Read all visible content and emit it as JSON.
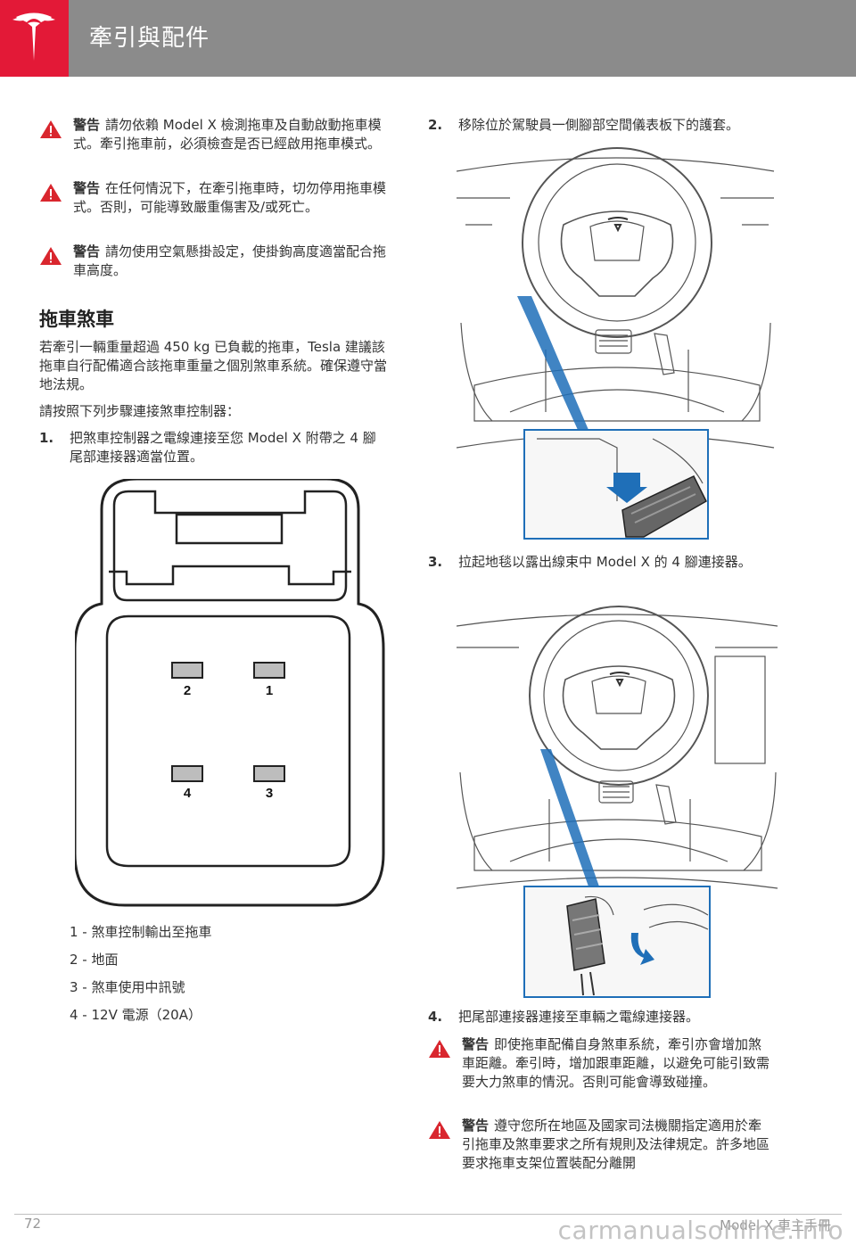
{
  "header": {
    "title": "牽引與配件"
  },
  "left_warnings": [
    {
      "label": "警告",
      "text": "請勿依賴 Model X 檢測拖車及自動啟動拖車模式。牽引拖車前，必須檢查是否已經啟用拖車模式。"
    },
    {
      "label": "警告",
      "text": "在任何情況下，在牽引拖車時，切勿停用拖車模式。否則，可能導致嚴重傷害及/或死亡。"
    },
    {
      "label": "警告",
      "text": "請勿使用空氣懸掛設定，使掛鉤高度適當配合拖車高度。"
    }
  ],
  "section": {
    "title": "拖車煞車",
    "para1": "若牽引一輛重量超過 450 kg 已負載的拖車，Tesla 建議該拖車自行配備適合該拖車重量之個別煞車系統。確保遵守當地法規。",
    "para2": "請按照下列步驟連接煞車控制器："
  },
  "steps": [
    {
      "num": "1.",
      "text": "把煞車控制器之電線連接至您 Model X 附帶之 4 腳尾部連接器適當位置。"
    },
    {
      "num": "2.",
      "text": "移除位於駕駛員一側腳部空間儀表板下的護套。"
    },
    {
      "num": "3.",
      "text": "拉起地毯以露出線束中 Model X 的 4 腳連接器。"
    },
    {
      "num": "4.",
      "text": "把尾部連接器連接至車輛之電線連接器。"
    }
  ],
  "connector_pins": [
    "2",
    "1",
    "4",
    "3"
  ],
  "pin_legend": [
    "1 - 煞車控制輸出至拖車",
    "2 - 地面",
    "3 - 煞車使用中訊號",
    "4 - 12V 電源（20A）"
  ],
  "right_warnings": [
    {
      "label": "警告",
      "text": "即使拖車配備自身煞車系統，牽引亦會增加煞車距離。牽引時，增加跟車距離，以避免可能引致需要大力煞車的情況。否則可能會導致碰撞。"
    },
    {
      "label": "警告",
      "text": "遵守您所在地區及國家司法機關指定適用於牽引拖車及煞車要求之所有規則及法律規定。許多地區要求拖車支架位置裝配分離開"
    }
  ],
  "footer": {
    "page": "72",
    "title": "Model X 車主手冊",
    "watermark": "carmanualsonline.info"
  },
  "colors": {
    "brand_red": "#e31937",
    "header_gray": "#8b8b8b",
    "warning_red": "#d9262e",
    "arrow_blue": "#1f6fb8"
  }
}
